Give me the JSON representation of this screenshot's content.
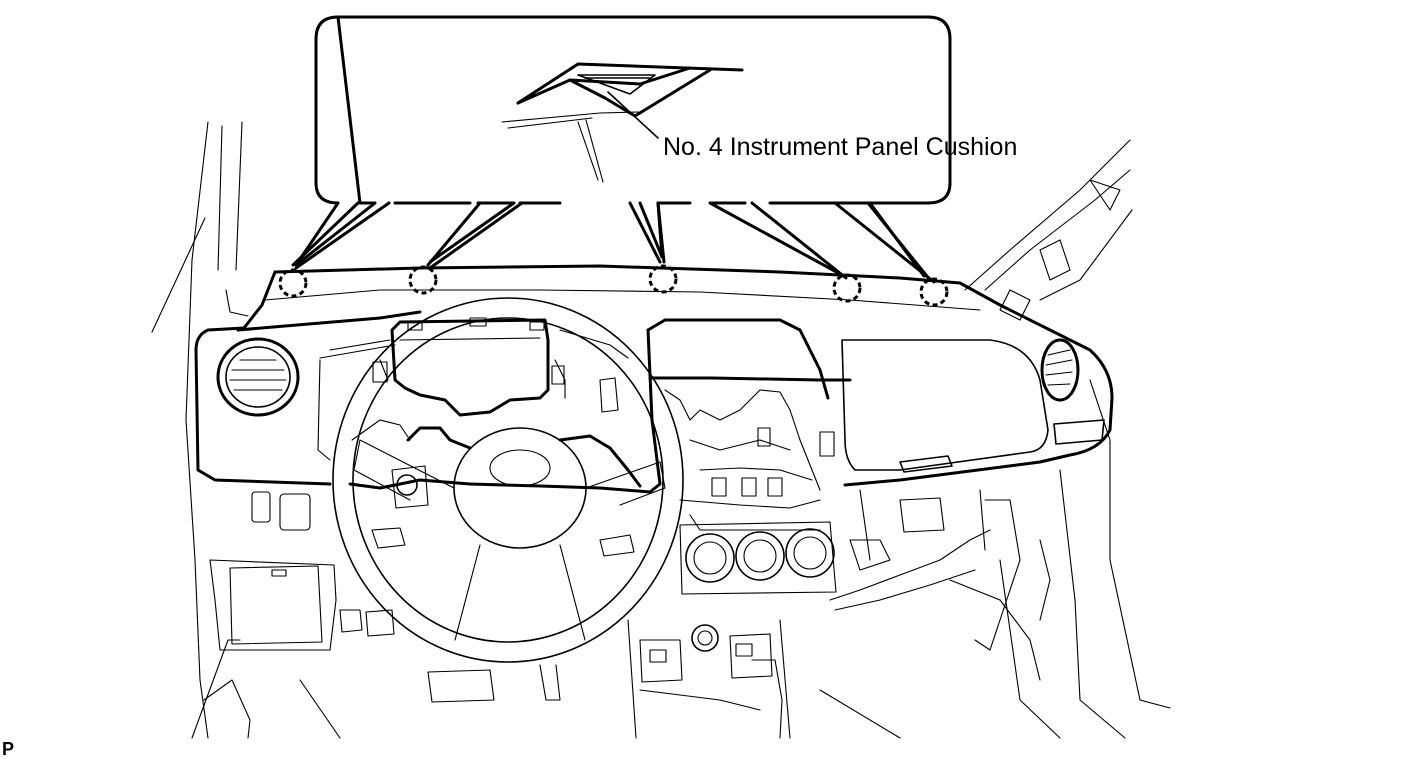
{
  "callout": {
    "label": "No. 4 Instrument Panel Cushion"
  },
  "corner_marker": "P",
  "clips": [
    {
      "name": "clip-1"
    },
    {
      "name": "clip-2"
    },
    {
      "name": "clip-3"
    },
    {
      "name": "clip-4"
    },
    {
      "name": "clip-5"
    }
  ]
}
